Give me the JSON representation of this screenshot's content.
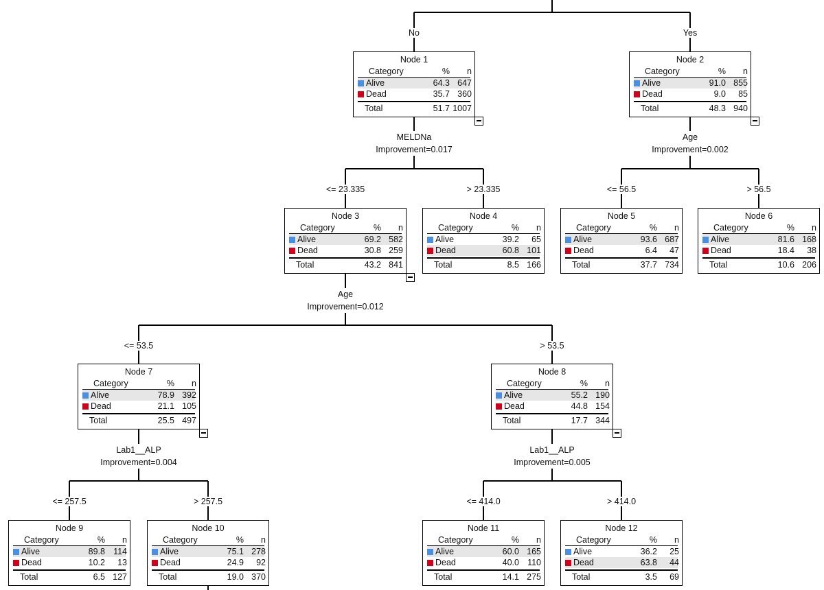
{
  "colors": {
    "alive": "#4a90e2",
    "dead": "#d0021b",
    "shade": "#e6e6e6"
  },
  "columns": {
    "category": "Category",
    "pct": "%",
    "n": "n",
    "total": "Total"
  },
  "root_split": {
    "left_label": "No",
    "right_label": "Yes"
  },
  "nodes": [
    {
      "id": "node-1",
      "title": "Node 1",
      "alive_pct": "64.3",
      "alive_n": "647",
      "dead_pct": "35.7",
      "dead_n": "360",
      "total_pct": "51.7",
      "total_n": "1007",
      "highlight": "alive",
      "collapsible": true
    },
    {
      "id": "node-2",
      "title": "Node 2",
      "alive_pct": "91.0",
      "alive_n": "855",
      "dead_pct": "9.0",
      "dead_n": "85",
      "total_pct": "48.3",
      "total_n": "940",
      "highlight": "alive",
      "collapsible": true
    },
    {
      "id": "node-3",
      "title": "Node 3",
      "alive_pct": "69.2",
      "alive_n": "582",
      "dead_pct": "30.8",
      "dead_n": "259",
      "total_pct": "43.2",
      "total_n": "841",
      "highlight": "alive",
      "collapsible": true
    },
    {
      "id": "node-4",
      "title": "Node 4",
      "alive_pct": "39.2",
      "alive_n": "65",
      "dead_pct": "60.8",
      "dead_n": "101",
      "total_pct": "8.5",
      "total_n": "166",
      "highlight": "dead",
      "collapsible": false
    },
    {
      "id": "node-5",
      "title": "Node 5",
      "alive_pct": "93.6",
      "alive_n": "687",
      "dead_pct": "6.4",
      "dead_n": "47",
      "total_pct": "37.7",
      "total_n": "734",
      "highlight": "alive",
      "collapsible": false
    },
    {
      "id": "node-6",
      "title": "Node 6",
      "alive_pct": "81.6",
      "alive_n": "168",
      "dead_pct": "18.4",
      "dead_n": "38",
      "total_pct": "10.6",
      "total_n": "206",
      "highlight": "alive",
      "collapsible": false
    },
    {
      "id": "node-7",
      "title": "Node 7",
      "alive_pct": "78.9",
      "alive_n": "392",
      "dead_pct": "21.1",
      "dead_n": "105",
      "total_pct": "25.5",
      "total_n": "497",
      "highlight": "alive",
      "collapsible": true
    },
    {
      "id": "node-8",
      "title": "Node 8",
      "alive_pct": "55.2",
      "alive_n": "190",
      "dead_pct": "44.8",
      "dead_n": "154",
      "total_pct": "17.7",
      "total_n": "344",
      "highlight": "alive",
      "collapsible": true
    },
    {
      "id": "node-9",
      "title": "Node 9",
      "alive_pct": "89.8",
      "alive_n": "114",
      "dead_pct": "10.2",
      "dead_n": "13",
      "total_pct": "6.5",
      "total_n": "127",
      "highlight": "alive",
      "collapsible": false
    },
    {
      "id": "node-10",
      "title": "Node 10",
      "alive_pct": "75.1",
      "alive_n": "278",
      "dead_pct": "24.9",
      "dead_n": "92",
      "total_pct": "19.0",
      "total_n": "370",
      "highlight": "alive",
      "collapsible": false
    },
    {
      "id": "node-11",
      "title": "Node 11",
      "alive_pct": "60.0",
      "alive_n": "165",
      "dead_pct": "40.0",
      "dead_n": "110",
      "total_pct": "14.1",
      "total_n": "275",
      "highlight": "alive",
      "collapsible": false
    },
    {
      "id": "node-12",
      "title": "Node 12",
      "alive_pct": "36.2",
      "alive_n": "25",
      "dead_pct": "63.8",
      "dead_n": "44",
      "total_pct": "3.5",
      "total_n": "69",
      "highlight": "dead",
      "collapsible": false
    }
  ],
  "splits": [
    {
      "id": "split-node-1",
      "variable": "MELDNa",
      "improvement": "Improvement=0.017",
      "left_label": "<= 23.335",
      "right_label": "> 23.335"
    },
    {
      "id": "split-node-2",
      "variable": "Age",
      "improvement": "Improvement=0.002",
      "left_label": "<= 56.5",
      "right_label": "> 56.5"
    },
    {
      "id": "split-node-3",
      "variable": "Age",
      "improvement": "Improvement=0.012",
      "left_label": "<= 53.5",
      "right_label": "> 53.5"
    },
    {
      "id": "split-node-7",
      "variable": "Lab1__ALP",
      "improvement": "Improvement=0.004",
      "left_label": "<= 257.5",
      "right_label": "> 257.5"
    },
    {
      "id": "split-node-8",
      "variable": "Lab1__ALP",
      "improvement": "Improvement=0.005",
      "left_label": "<= 414.0",
      "right_label": "> 414.0"
    }
  ]
}
